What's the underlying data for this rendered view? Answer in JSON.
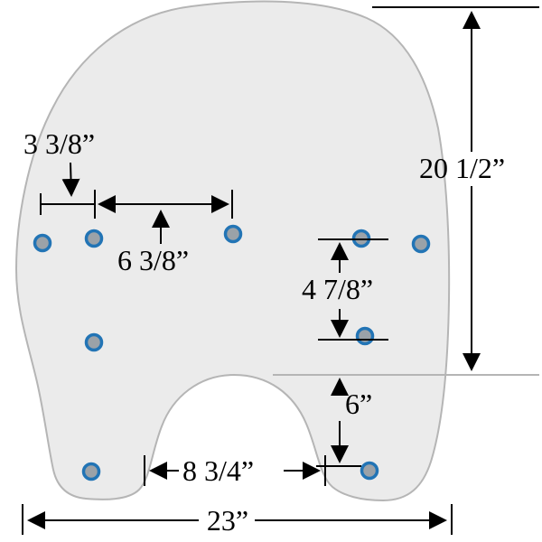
{
  "figure": {
    "type": "dimension-diagram",
    "holes": {
      "count": 9
    }
  },
  "dimensions": {
    "small_hole_spacing": "3 3/8”",
    "large_hole_spacing": "6 3/8”",
    "overall_height": "20 1/2”",
    "right_hole_spacing": "4 7/8”",
    "bottom_hole_offset": "6”",
    "notch_width": "8 3/4”",
    "overall_width": "23”"
  },
  "colors": {
    "shape_fill": "#ebebeb",
    "shape_stroke": "#b5b5b5",
    "hole_ring": "#2274b5",
    "hole_center": "#9ba2a8",
    "annotation": "#000000"
  }
}
